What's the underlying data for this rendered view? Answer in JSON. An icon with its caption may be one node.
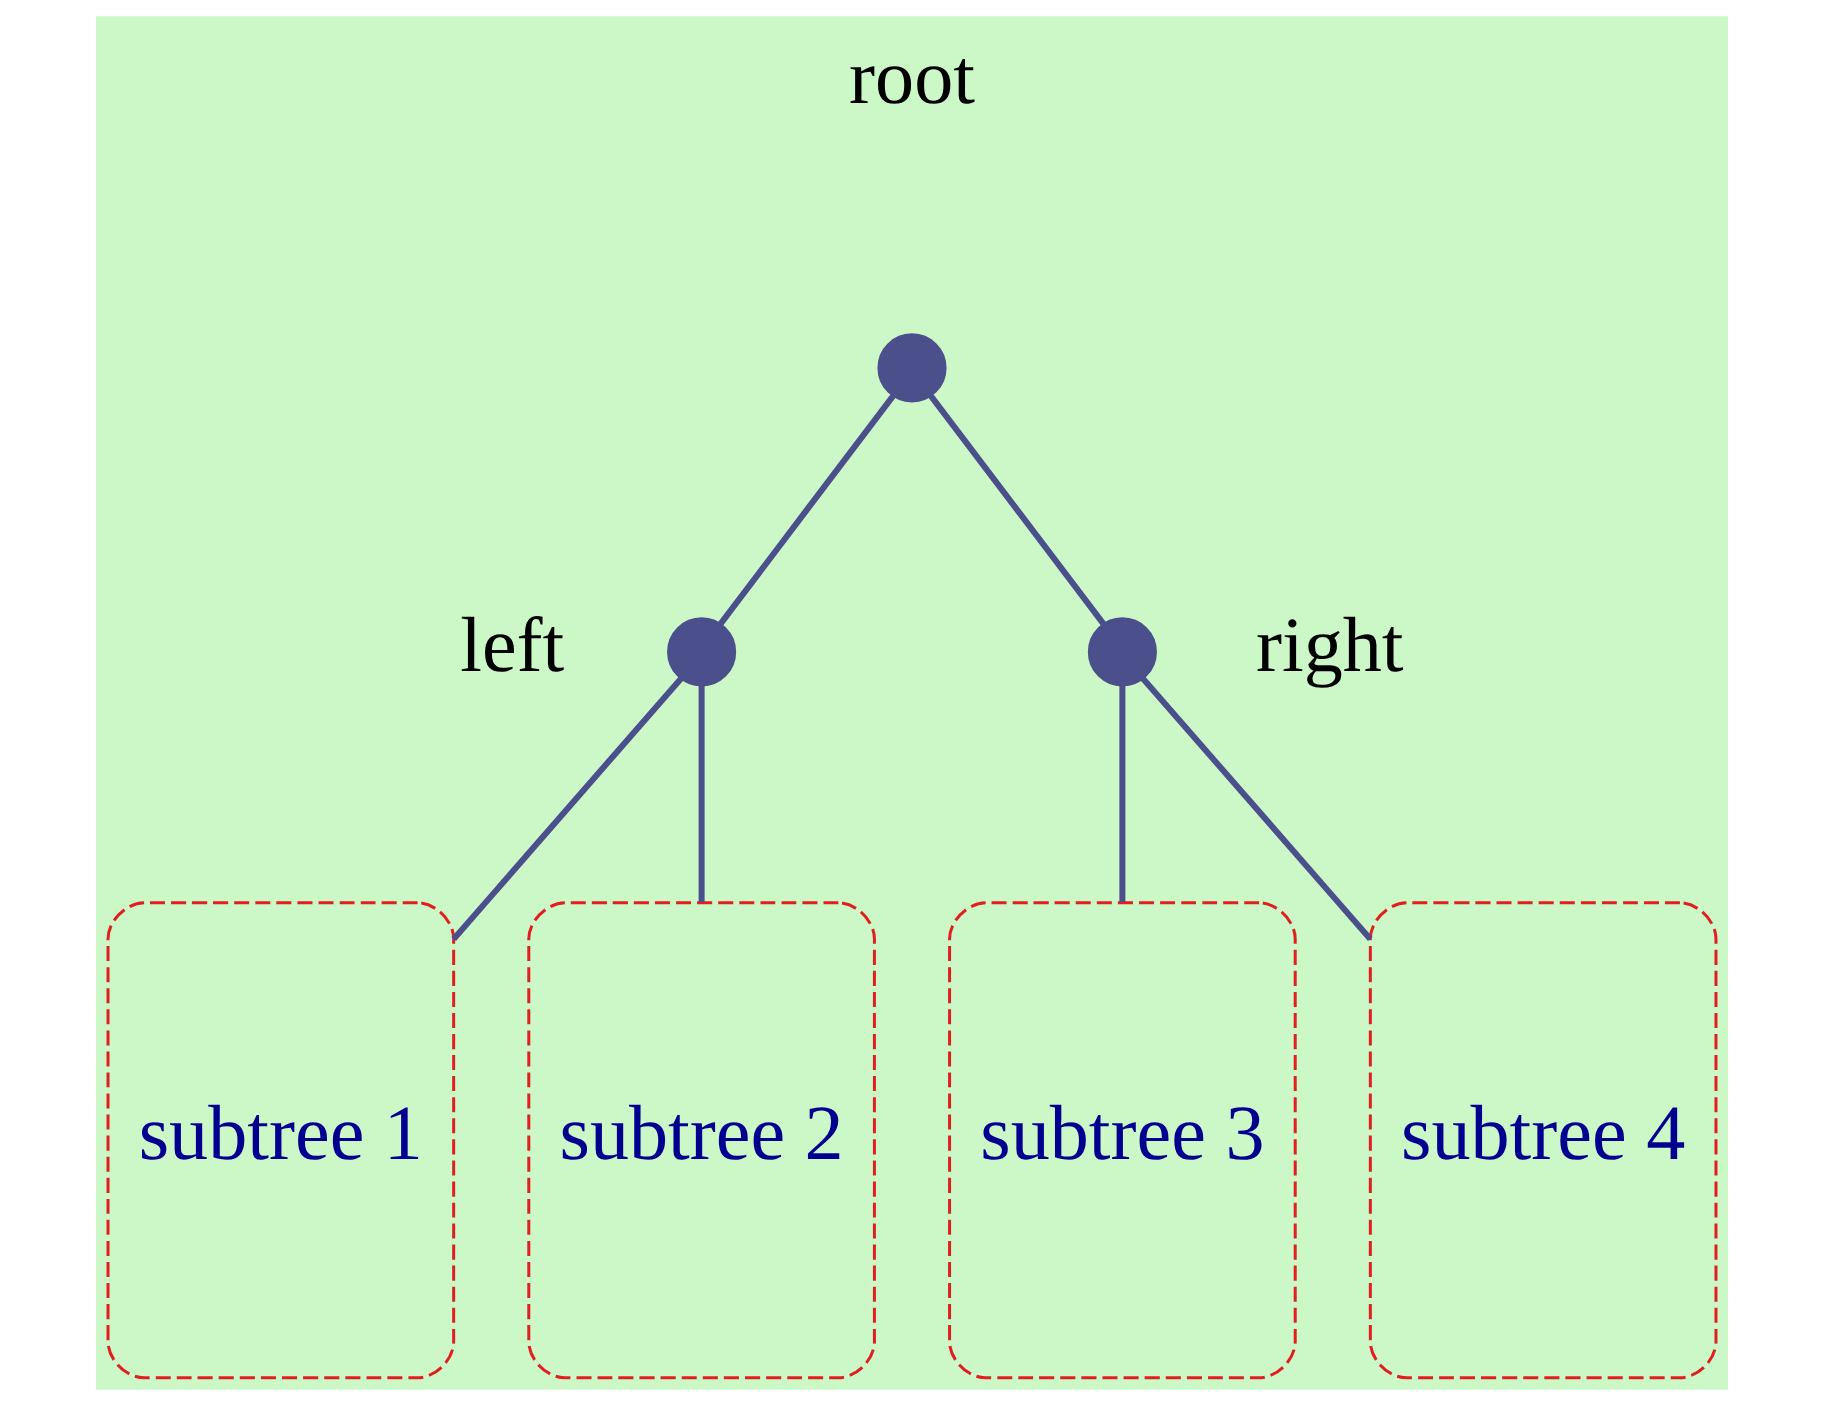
{
  "diagram": {
    "nodes": [
      {
        "text": [],
        "shape": "circle",
        "beside": [
          "root"
        ]
      },
      {
        "text": [],
        "shape": "circle",
        "beside": [
          "left"
        ]
      },
      {
        "text": [],
        "shape": "circle",
        "beside": [
          "right"
        ]
      },
      {
        "text": [
          "subtree 1"
        ]
      },
      {
        "text": [
          "subtree 2"
        ]
      },
      {
        "text": [
          "subtree 3"
        ]
      },
      {
        "text": [
          "subtree 4"
        ]
      }
    ],
    "edges": [
      {
        "from": 0,
        "to": 1,
        "arrow": "none"
      },
      {
        "from": 0,
        "to": 2,
        "arrow": "none"
      },
      {
        "from": 1,
        "to": 3,
        "arrow": "none"
      },
      {
        "from": 1,
        "to": 4,
        "arrow": "none"
      },
      {
        "from": 2,
        "to": 5,
        "arrow": "none"
      },
      {
        "from": 2,
        "to": 6,
        "arrow": "none"
      }
    ]
  }
}
